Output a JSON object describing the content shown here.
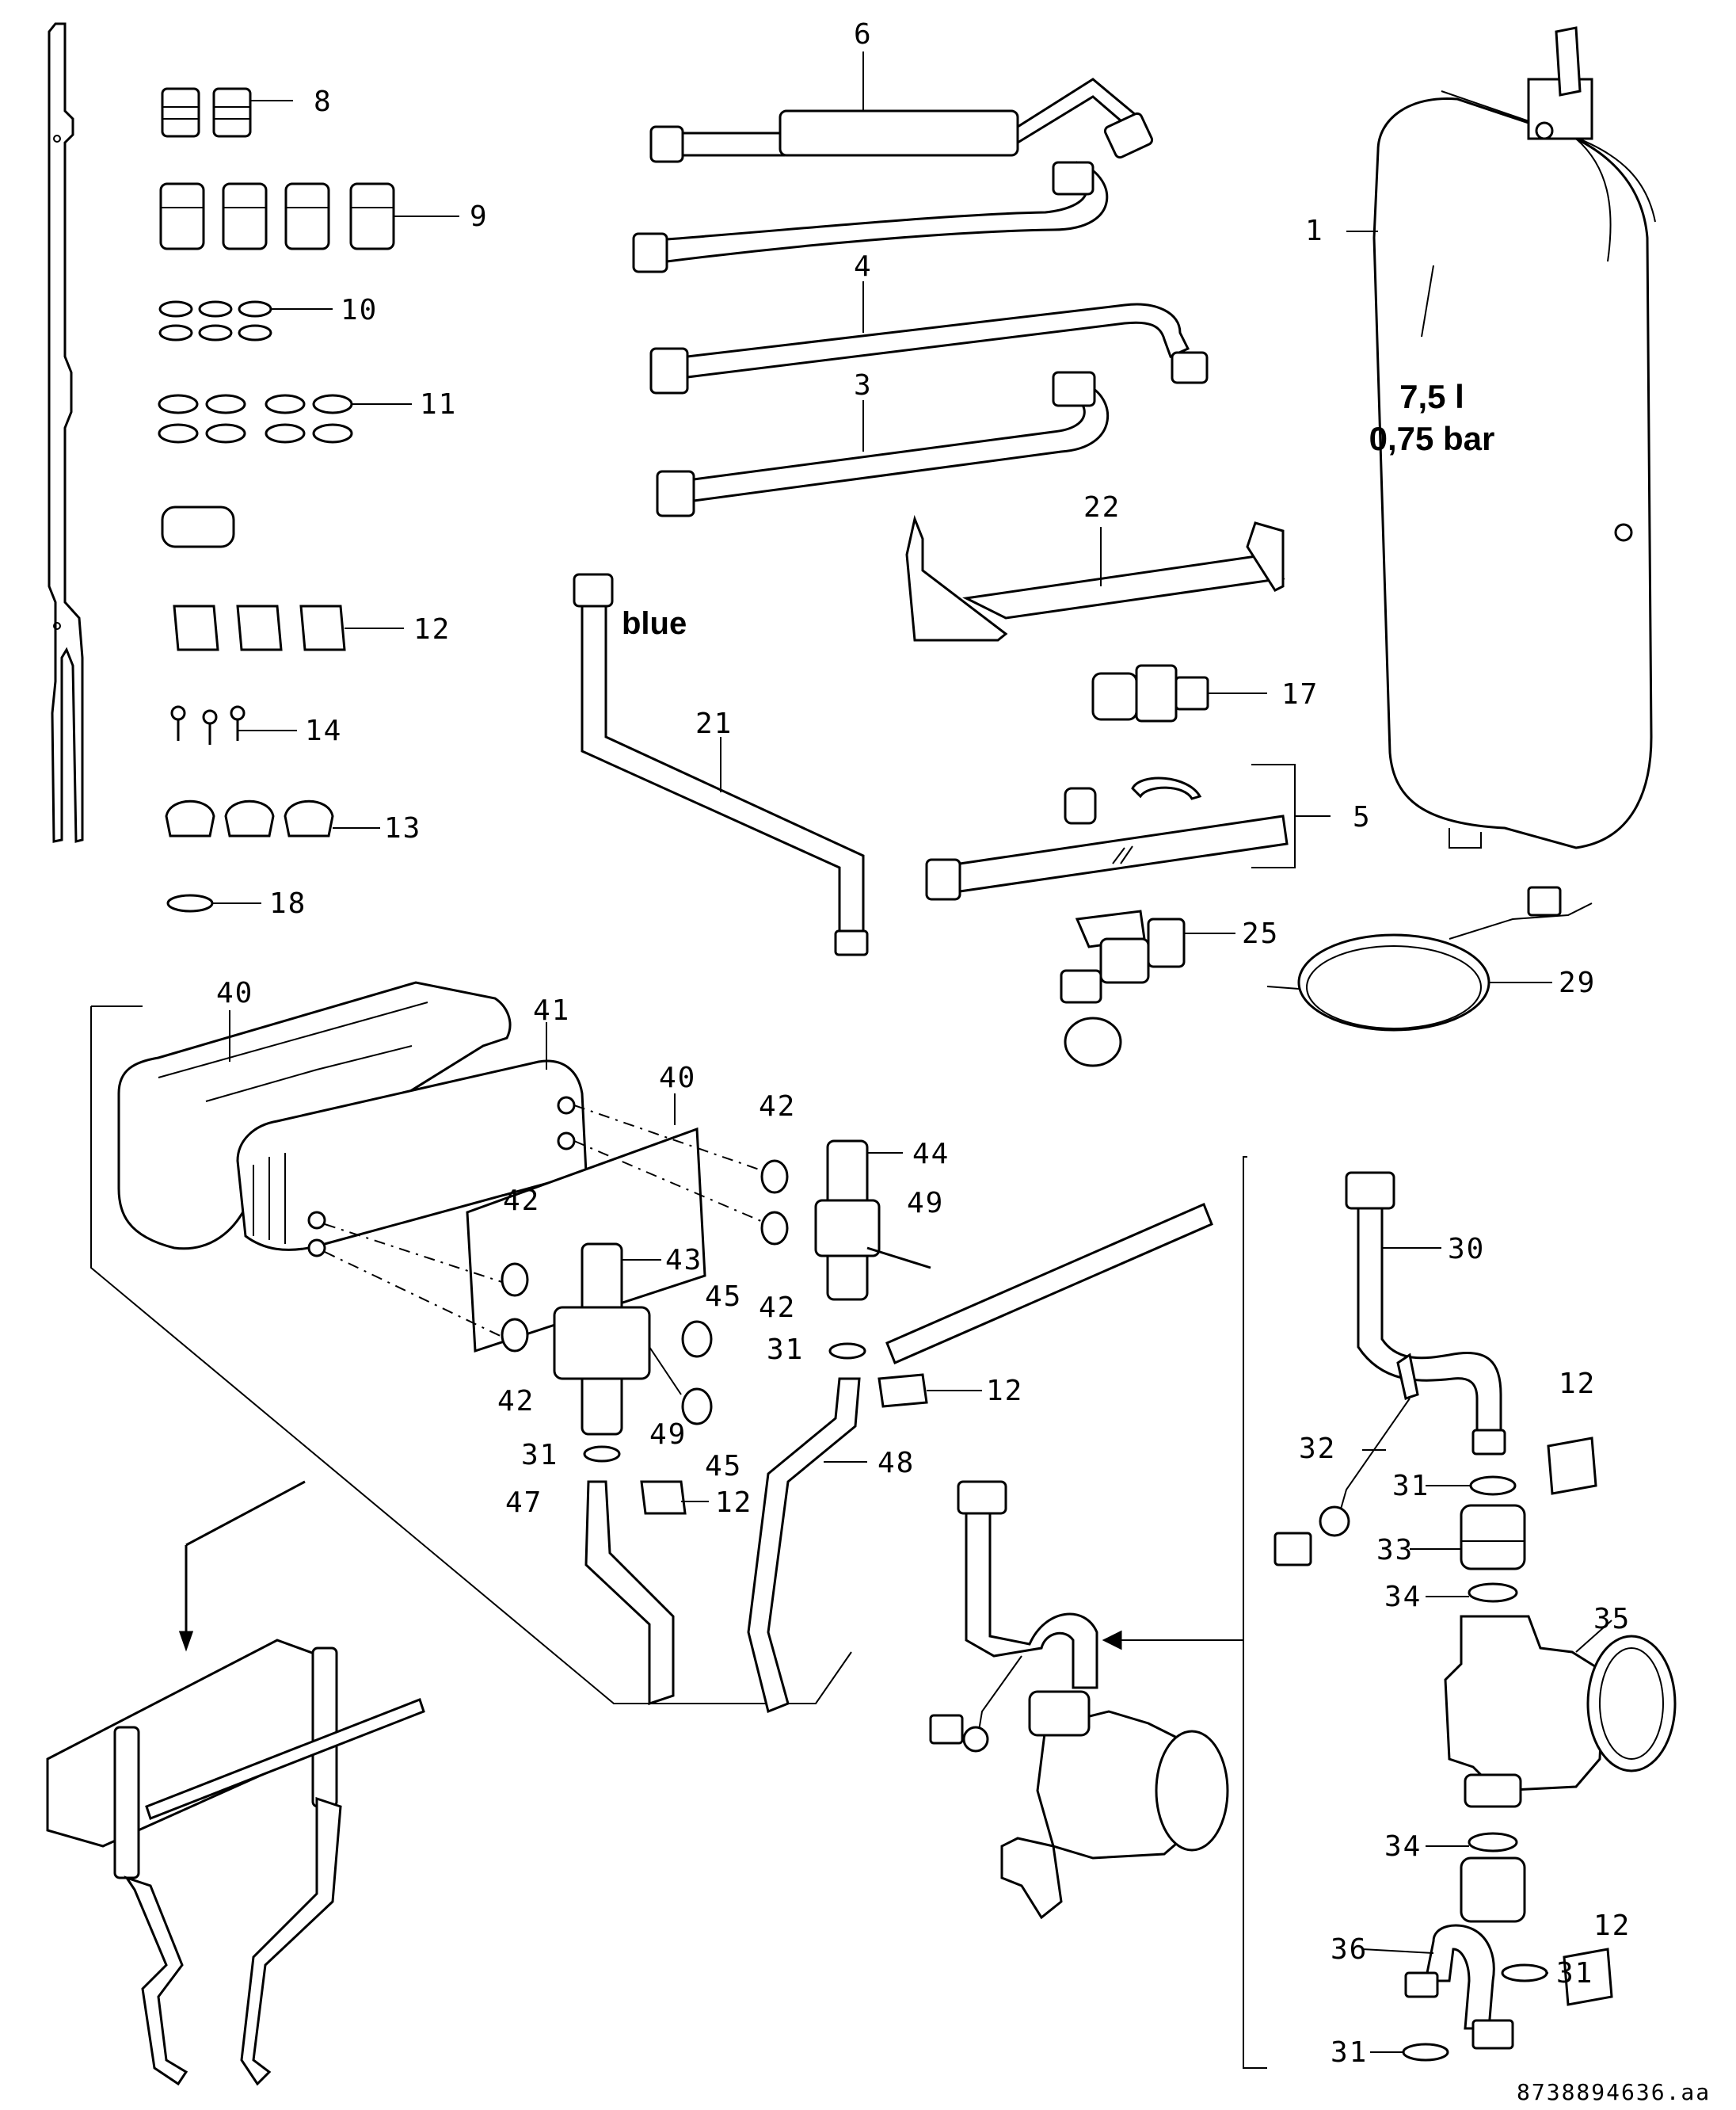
{
  "callouts": {
    "c1": "1",
    "c3": "3",
    "c4": "4",
    "c5": "5",
    "c6": "6",
    "c8": "8",
    "c9": "9",
    "c10": "10",
    "c11": "11",
    "c12a": "12",
    "c12b": "12",
    "c12c": "12",
    "c12d": "12",
    "c12e": "12",
    "c13": "13",
    "c14": "14",
    "c17": "17",
    "c18": "18",
    "c21": "21",
    "c22": "22",
    "c25": "25",
    "c29": "29",
    "c30": "30",
    "c31a": "31",
    "c31b": "31",
    "c31c": "31",
    "c31d": "31",
    "c31e": "31",
    "c32": "32",
    "c33": "33",
    "c34a": "34",
    "c34b": "34",
    "c35": "35",
    "c36": "36",
    "c40a": "40",
    "c40b": "40",
    "c41": "41",
    "c42a": "42",
    "c42b": "42",
    "c42c": "42",
    "c42d": "42",
    "c43": "43",
    "c44": "44",
    "c45a": "45",
    "c45b": "45",
    "c47": "47",
    "c48": "48",
    "c49a": "49",
    "c49b": "49"
  },
  "vessel": {
    "volume": "7,5 l",
    "pressure": "0,75 bar"
  },
  "pipe_color_label": "blue",
  "document_id": "8738894636.aa"
}
